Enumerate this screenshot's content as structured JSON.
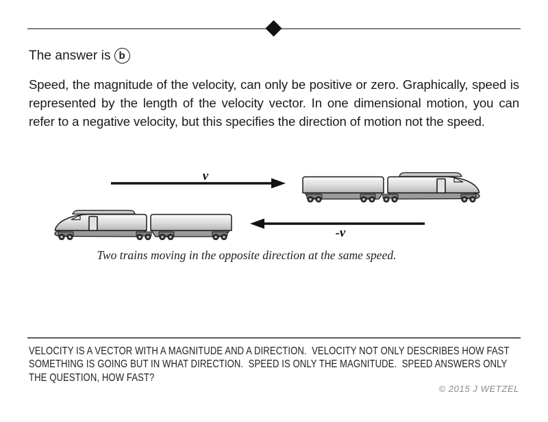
{
  "answer": {
    "prefix": "The answer is",
    "letter": "b"
  },
  "explanation": "Speed, the magnitude of the velocity, can only be positive or zero.  Graphically, speed is represented by the length of the velocity vector.  In one dimensional motion, you can refer to a negative velocity, but this specifies the direction of motion not the speed.",
  "diagram": {
    "top_arrow_label": "v",
    "bottom_arrow_label": "-v",
    "caption": "Two trains moving in the opposite direction at the same speed.",
    "description": "Two trains moving in opposite directions with velocity vectors v (right) and -v (left)"
  },
  "footer": {
    "lines": [
      "VELOCITY IS A VECTOR WITH A MAGNITUDE AND A DIRECTION.  VELOCITY NOT ONLY DESCRIBES HOW FAST",
      "SOMETHING IS GOING BUT IN WHAT DIRECTION.  SPEED IS ONLY THE MAGNITUDE.  SPEED ANSWERS ONLY",
      "THE QUESTION, HOW FAST?"
    ],
    "copyright": "© 2015 J WETZEL"
  },
  "colors": {
    "text": "#1a1a1a",
    "rule_gray": "#7f7f7f",
    "footer_rule": "#5a5a5a",
    "arrow": "#111111",
    "train_body_light": "#f6f6f6",
    "train_body_dark": "#b5b5b5",
    "train_underframe": "#9a9a9a",
    "copyright_gray": "#8a8a8a"
  }
}
